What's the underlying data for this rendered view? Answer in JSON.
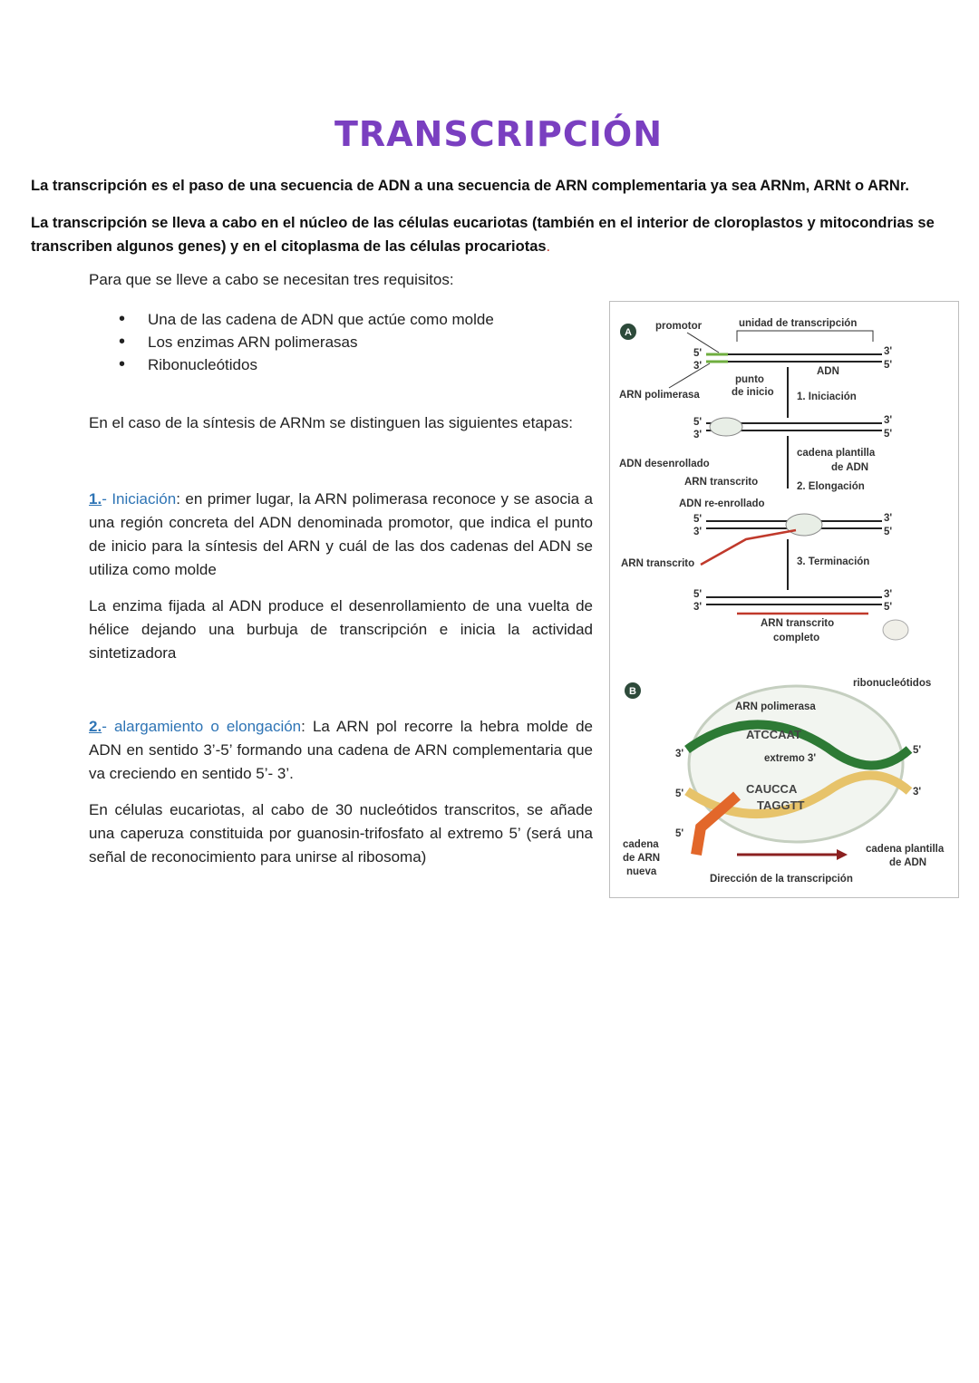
{
  "title": "TRANSCRIPCIÓN",
  "paragraphs": {
    "definition": "La transcripción es el paso de una secuencia de ADN a una secuencia de ARN complementaria ya sea ARNm, ARNt o ARNr.",
    "location_main": "La transcripción se lleva a cabo en el núcleo de las células eucariotas (también en el interior de cloroplastos y mitocondrias se transcriben algunos genes)  y en el citoplasma de las células procariotas",
    "location_end": "."
  },
  "requirements": {
    "intro": "Para que se lleve a cabo se necesitan tres requisitos:",
    "items": [
      "Una de  las cadena de ADN que actúe como molde",
      "Los enzimas ARN polimerasas",
      "Ribonucleótidos"
    ]
  },
  "stages_intro": "En el caso de la síntesis de ARNm  se distinguen las siguientes etapas:",
  "stage1": {
    "number": "1.",
    "dash": "- ",
    "name": "Iniciación",
    "text": ": en primer lugar, la ARN polimerasa reconoce y se asocia a una región concreta del ADN denominada promotor, que indica el punto de inicio para la síntesis del ARN y cuál de las dos cadenas del ADN se utiliza como molde",
    "text2": "La enzima fijada al ADN produce el desenrollamiento de una vuelta de hélice dejando una burbuja de transcripción e inicia la actividad sintetizadora"
  },
  "stage2": {
    "number": "2.",
    "dash": "- ",
    "name": "alargamiento o elongación",
    "text": ": La ARN pol recorre la hebra molde de ADN en sentido 3’-5’ formando una cadena de ARN complementaria que va creciendo en sentido 5’- 3’.",
    "text2": " En células eucariotas, al cabo de 30 nucleótidos transcritos, se añade una caperuza constituida por guanosin-trifosfato al extremo 5’ (será una señal de reconocimiento para unirse al ribosoma)"
  },
  "figure": {
    "panel_a": "A",
    "panel_b": "B",
    "promotor": "promotor",
    "unidad": "unidad de transcripción",
    "adn": "ADN",
    "arn_polimerasa": "ARN polimerasa",
    "punto": "punto",
    "de_inicio": "de inicio",
    "step1": "1. Iniciación",
    "adn_desenrollado": "ADN desenrollado",
    "cadena_plantilla": "cadena plantilla",
    "de_adn": "de ADN",
    "arn_transcrito": "ARN transcrito",
    "step2": "2. Elongación",
    "adn_reenrollado": "ADN re-enrollado",
    "step3": "3. Terminación",
    "arn_transcrito_completo_1": "ARN transcrito",
    "arn_transcrito_completo_2": "completo",
    "ribonucleotidos": "ribonucleótidos",
    "arn_polimerasa_b": "ARN polimerasa",
    "extremo3": "extremo 3'",
    "cadena_arn_1": "cadena",
    "cadena_arn_2": "de ARN",
    "cadena_arn_3": "nueva",
    "direccion": "Dirección de la transcripción",
    "plantilla_b_1": "cadena plantilla",
    "plantilla_b_2": "de ADN",
    "seq_top": "ATCCAAT",
    "seq_mid": "CAUCCA",
    "seq_bot": "TAGGTT",
    "five_prime": "5'",
    "three_prime": "3'"
  }
}
